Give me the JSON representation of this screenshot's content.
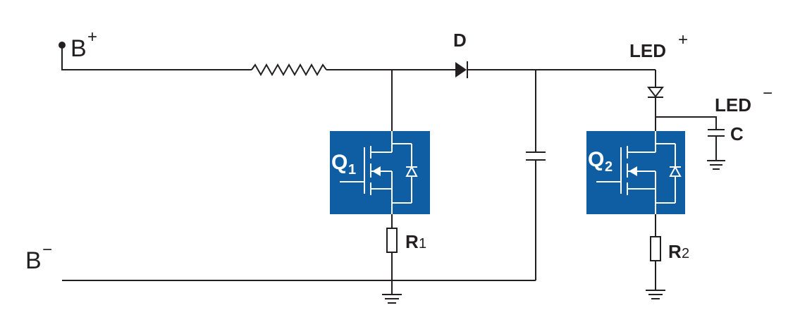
{
  "labels": {
    "b_plus_main": "B",
    "b_plus_sup": "+",
    "b_minus_main": "B",
    "b_minus_sup": "−",
    "diode": "D",
    "led_plus_main": "LED",
    "led_plus_sup": "+",
    "led_minus_main": "LED",
    "led_minus_sup": "−",
    "capacitor": "C",
    "r1_main": "R",
    "r1_sub": "1",
    "r2_main": "R",
    "r2_sub": "2",
    "q1_main": "Q",
    "q1_sub": "1",
    "q2_main": "Q",
    "q2_sub": "2"
  },
  "colors": {
    "transistor_block": "#0f5ea3",
    "wire": "#231f20"
  }
}
